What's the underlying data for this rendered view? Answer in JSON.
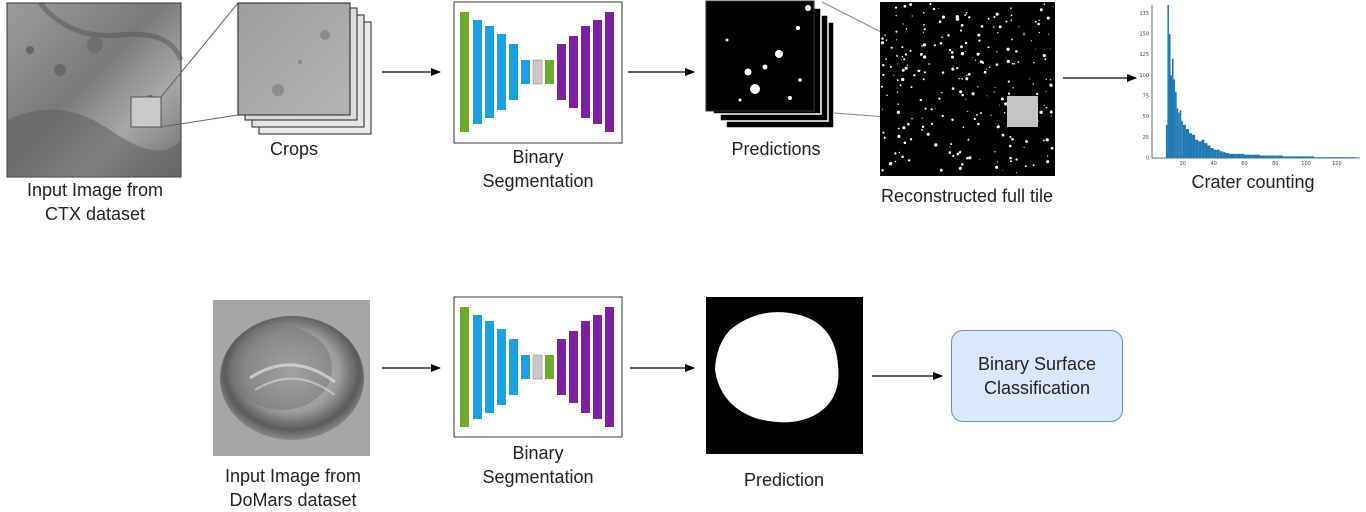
{
  "colors": {
    "green": "#6fac2b",
    "blue": "#1ba1e2",
    "gray": "#c8c8c8",
    "purple": "#7e1fa0",
    "histogram": "#1f77b4",
    "class_box_fill": "#dae8fc",
    "class_box_border": "#6c8ebf"
  },
  "top_pipeline": {
    "input_label_line1": "Input Image from",
    "input_label_line2": "CTX dataset",
    "crops_label": "Crops",
    "segmentation_label_line1": "Binary",
    "segmentation_label_line2": "Segmentation",
    "predictions_label": "Predictions",
    "reconstructed_label": "Reconstructed full tile",
    "counting_label": "Crater counting"
  },
  "bottom_pipeline": {
    "input_label_line1": "Input Image from",
    "input_label_line2": "DoMars dataset",
    "segmentation_label_line1": "Binary",
    "segmentation_label_line2": "Segmentation",
    "prediction_label": "Prediction",
    "classification_line1": "Binary Surface",
    "classification_line2": "Classification"
  },
  "chart_data": {
    "type": "bar",
    "title": "",
    "xlabel": "",
    "ylabel": "",
    "xlim": [
      0,
      135
    ],
    "ylim": [
      0,
      185
    ],
    "x_ticks": [
      20,
      40,
      60,
      80,
      100,
      120
    ],
    "y_ticks": [
      0,
      25,
      50,
      75,
      100,
      125,
      150,
      175
    ],
    "x": [
      9,
      10,
      11,
      12,
      13,
      14,
      15,
      16,
      17,
      18,
      19,
      20,
      22,
      24,
      26,
      28,
      30,
      32,
      34,
      36,
      38,
      40,
      42,
      44,
      46,
      48,
      50,
      55,
      60,
      65,
      70,
      75,
      80,
      85,
      90,
      95,
      100,
      105,
      110,
      115,
      120,
      125,
      130
    ],
    "values": [
      40,
      185,
      150,
      100,
      120,
      95,
      80,
      60,
      55,
      58,
      45,
      40,
      35,
      30,
      28,
      22,
      20,
      22,
      18,
      15,
      12,
      10,
      10,
      8,
      7,
      6,
      5,
      5,
      4,
      4,
      3,
      3,
      3,
      2,
      2,
      2,
      2,
      1,
      1,
      1,
      1,
      1,
      1
    ]
  }
}
